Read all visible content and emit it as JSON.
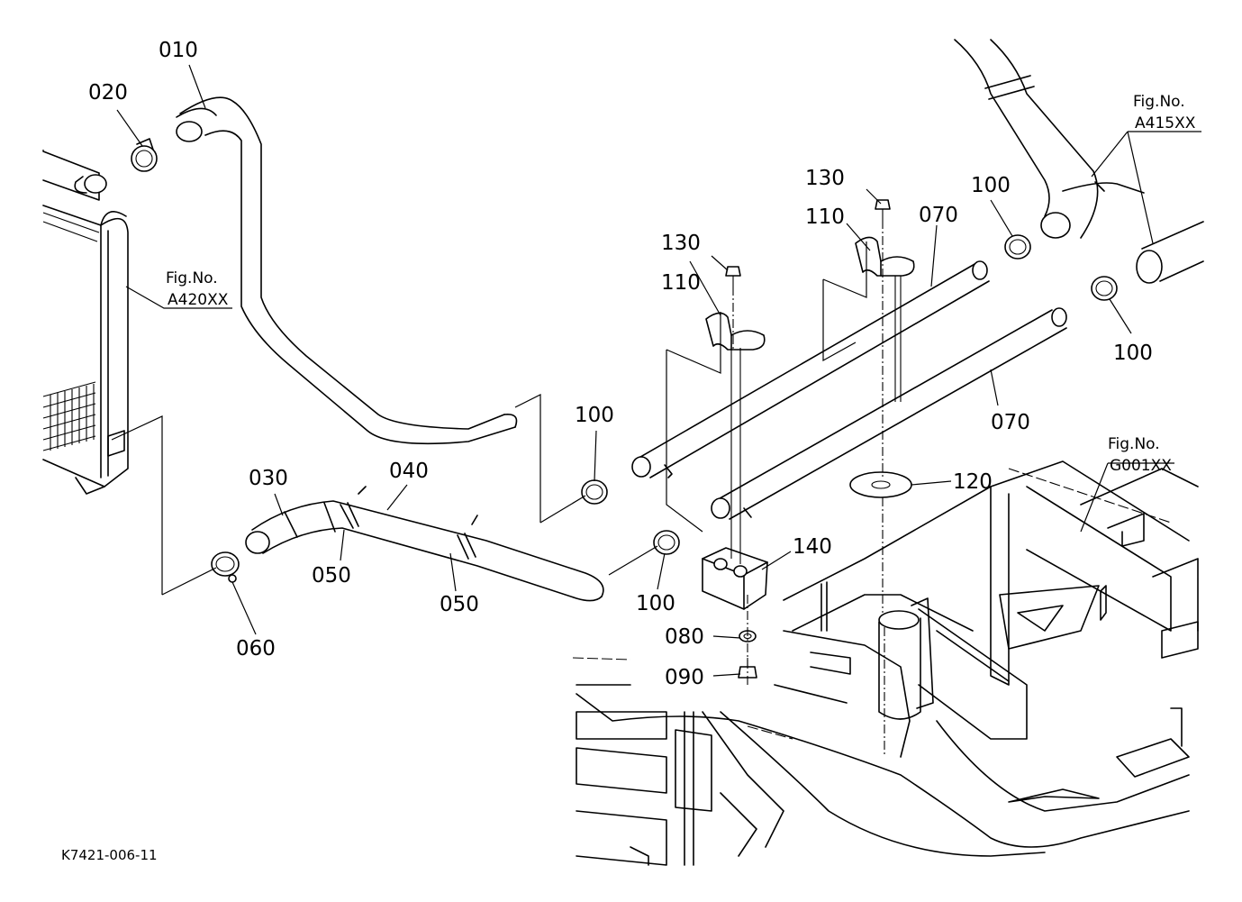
{
  "callouts": {
    "c010": "010",
    "c020": "020",
    "c030": "030",
    "c040": "040",
    "c050a": "050",
    "c050b": "050",
    "c060": "060",
    "c070a": "070",
    "c070b": "070",
    "c080": "080",
    "c090": "090",
    "c100a": "100",
    "c100b": "100",
    "c100c": "100",
    "c100d": "100",
    "c110a": "110",
    "c110b": "110",
    "c120": "120",
    "c130a": "130",
    "c130b": "130",
    "c140": "140"
  },
  "figure_refs": {
    "a420": {
      "line1": "Fig.No.",
      "line2": "A420XX"
    },
    "a415": {
      "line1": "Fig.No.",
      "line2": "A415XX"
    },
    "g001": {
      "line1": "Fig.No.",
      "line2": "G001XX"
    }
  },
  "drawing_code": "K7421-006-11"
}
